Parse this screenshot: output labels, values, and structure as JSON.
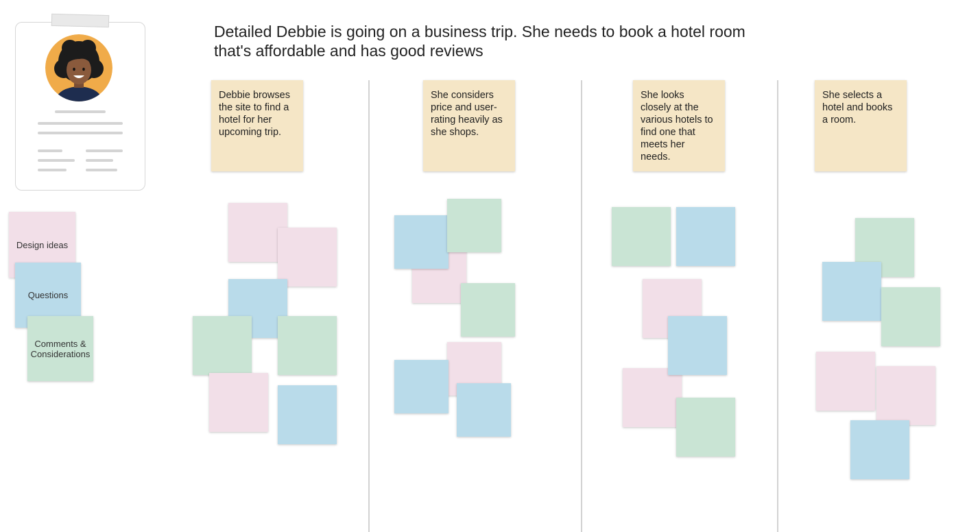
{
  "persona": {
    "colors": {
      "avatar_background": "#f0ab49",
      "hair": "#1c1c1c",
      "skin": "#8a5a3c",
      "shirt": "#1e2d4f"
    }
  },
  "scenario": "Detailed Debbie is going on a business trip. She needs to book a hotel room that's affordable and has good reviews",
  "legend": {
    "design_ideas": "Design ideas",
    "questions": "Questions",
    "comments": "Comments & Considerations"
  },
  "steps": [
    {
      "label": "Debbie browses the site to find a hotel for her upcoming trip."
    },
    {
      "label": "She considers price and user-rating heavily as she shops."
    },
    {
      "label": "She looks closely at the various hotels to find one that meets her needs."
    },
    {
      "label": "She selects a hotel and books a room."
    }
  ],
  "colors": {
    "step_note": "#f5e6c6",
    "design_idea_note": "#f2dfe8",
    "question_note": "#b9dbea",
    "comment_note": "#c9e4d4",
    "divider": "#d2d2d2"
  }
}
